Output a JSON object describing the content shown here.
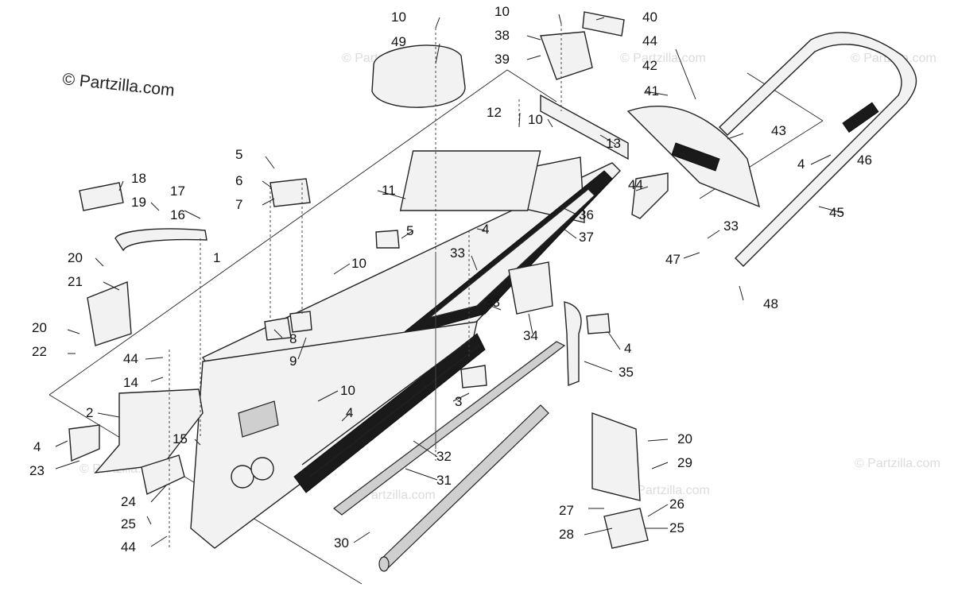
{
  "watermark": {
    "brand": "© Partzilla.com",
    "faint": "© Partzilla.com"
  },
  "callouts": [
    {
      "id": "c10a",
      "label": "10"
    },
    {
      "id": "c49",
      "label": "49"
    },
    {
      "id": "c10b",
      "label": "10"
    },
    {
      "id": "c40",
      "label": "40"
    },
    {
      "id": "c38",
      "label": "38"
    },
    {
      "id": "c44a",
      "label": "44"
    },
    {
      "id": "c39",
      "label": "39"
    },
    {
      "id": "c42",
      "label": "42"
    },
    {
      "id": "c41",
      "label": "41"
    },
    {
      "id": "c12",
      "label": "12"
    },
    {
      "id": "c10c",
      "label": "10"
    },
    {
      "id": "c13",
      "label": "13"
    },
    {
      "id": "c43",
      "label": "43"
    },
    {
      "id": "c4a",
      "label": "4"
    },
    {
      "id": "c46",
      "label": "46"
    },
    {
      "id": "c44b",
      "label": "44"
    },
    {
      "id": "c45",
      "label": "45"
    },
    {
      "id": "c5a",
      "label": "5"
    },
    {
      "id": "c6",
      "label": "6"
    },
    {
      "id": "c7",
      "label": "7"
    },
    {
      "id": "c18",
      "label": "18"
    },
    {
      "id": "c17",
      "label": "17"
    },
    {
      "id": "c19",
      "label": "19"
    },
    {
      "id": "c16",
      "label": "16"
    },
    {
      "id": "c11",
      "label": "11"
    },
    {
      "id": "c36",
      "label": "36"
    },
    {
      "id": "c37",
      "label": "37"
    },
    {
      "id": "c5b",
      "label": "5"
    },
    {
      "id": "c4b",
      "label": "4"
    },
    {
      "id": "c33a",
      "label": "33"
    },
    {
      "id": "c47",
      "label": "47"
    },
    {
      "id": "c48",
      "label": "48"
    },
    {
      "id": "c1",
      "label": "1"
    },
    {
      "id": "c20a",
      "label": "20"
    },
    {
      "id": "c21",
      "label": "21"
    },
    {
      "id": "c33b",
      "label": "33"
    },
    {
      "id": "c10d",
      "label": "10"
    },
    {
      "id": "c33c",
      "label": "33"
    },
    {
      "id": "c20b",
      "label": "20"
    },
    {
      "id": "c22",
      "label": "22"
    },
    {
      "id": "c8",
      "label": "8"
    },
    {
      "id": "c9",
      "label": "9"
    },
    {
      "id": "c34",
      "label": "34"
    },
    {
      "id": "c4c",
      "label": "4"
    },
    {
      "id": "c44c",
      "label": "44"
    },
    {
      "id": "c35",
      "label": "35"
    },
    {
      "id": "c14",
      "label": "14"
    },
    {
      "id": "c10e",
      "label": "10"
    },
    {
      "id": "c2",
      "label": "2"
    },
    {
      "id": "c3",
      "label": "3"
    },
    {
      "id": "c4d",
      "label": "4"
    },
    {
      "id": "c15",
      "label": "15"
    },
    {
      "id": "c4e",
      "label": "4"
    },
    {
      "id": "c23",
      "label": "23"
    },
    {
      "id": "c32",
      "label": "32"
    },
    {
      "id": "c20c",
      "label": "20"
    },
    {
      "id": "c29",
      "label": "29"
    },
    {
      "id": "c31",
      "label": "31"
    },
    {
      "id": "c24",
      "label": "24"
    },
    {
      "id": "c26",
      "label": "26"
    },
    {
      "id": "c27",
      "label": "27"
    },
    {
      "id": "c25a",
      "label": "25"
    },
    {
      "id": "c28",
      "label": "28"
    },
    {
      "id": "c25b",
      "label": "25"
    },
    {
      "id": "c44d",
      "label": "44"
    },
    {
      "id": "c30",
      "label": "30"
    }
  ]
}
